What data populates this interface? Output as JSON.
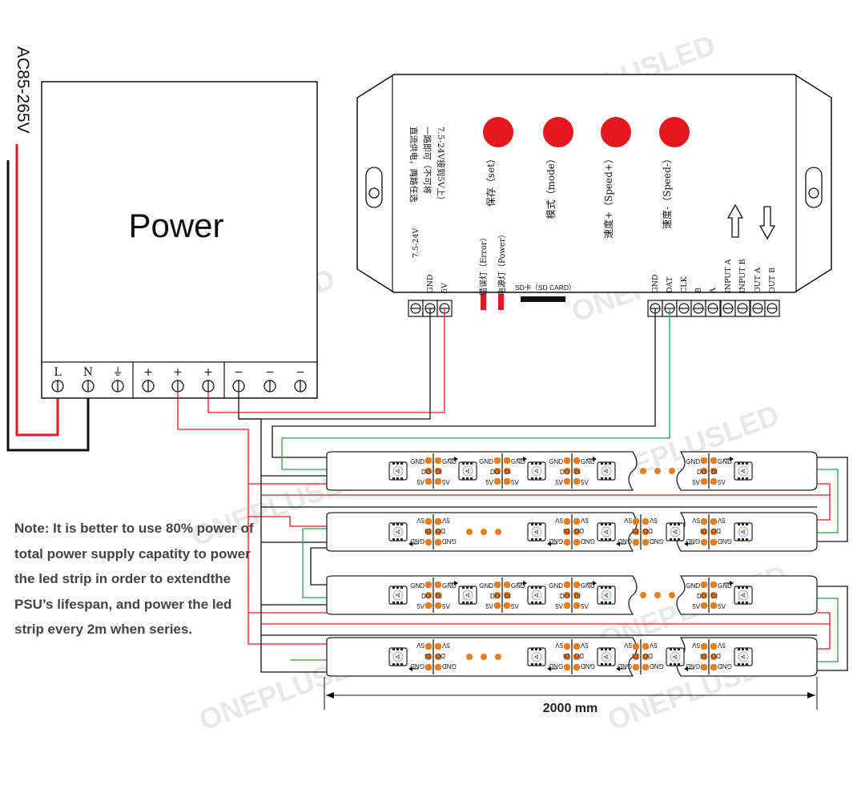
{
  "colors": {
    "wire_red": "#e01b24",
    "wire_black": "#111111",
    "data_green": "#2ea043",
    "button_red": "#e3171d",
    "pad_orange": "#e87d1e",
    "watermark": "#d9d9d9"
  },
  "ac_input": "AC85-265V",
  "power_supply": {
    "label": "Power",
    "terminals": [
      "L",
      "N",
      "⏚",
      "+",
      "+",
      "+",
      "−",
      "−",
      "−"
    ]
  },
  "controller": {
    "chinese_note": [
      "直流供电，两路任选",
      "一路即可（不可将",
      "7.5-24V接到5V上）"
    ],
    "buttons": [
      {
        "label": "保存（set）"
      },
      {
        "label": "模式（mode）"
      },
      {
        "label": "速度+（Speed+）"
      },
      {
        "label": "速度-（Speed-）"
      }
    ],
    "power_terminals": [
      "7.5-24V",
      "GND",
      "5V"
    ],
    "leds": [
      "错误灯（Error）",
      "电源灯（Power）"
    ],
    "sd_card": "SD卡（SD CARD）",
    "output_terminals": [
      "GND",
      "DAT",
      "CLK",
      "B",
      "A",
      "INPUT A",
      "INPUT B",
      "OUT A",
      "OUT B"
    ]
  },
  "strip_labels": {
    "gnd": "GND",
    "do": "DO",
    "di": "DI",
    "v5": "5V"
  },
  "dimension": "2000 mm",
  "note": "Note: It is better to use 80% power of total power supply capatity to power the led strip in order to extendthe PSU’s lifespan, and power the led strip every 2m when series.",
  "watermark": "ONEPLUSLED"
}
